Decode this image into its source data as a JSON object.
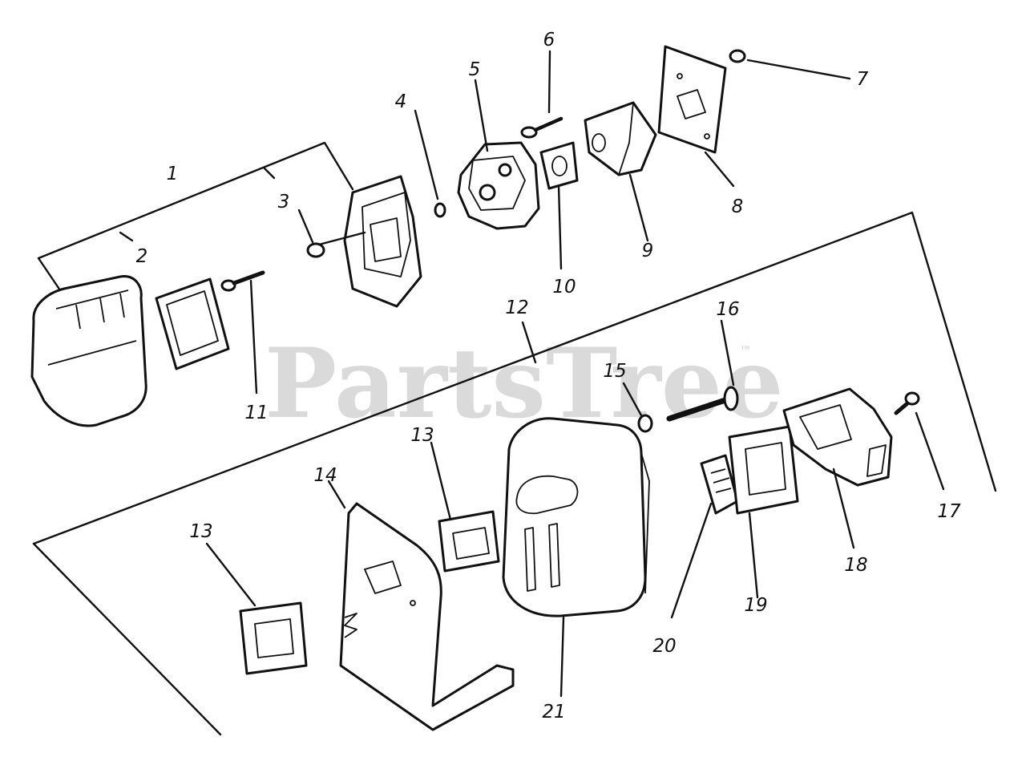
{
  "watermark": {
    "text": "PartsTree",
    "trademark": "™"
  },
  "callouts": [
    "1",
    "2",
    "3",
    "4",
    "5",
    "6",
    "7",
    "8",
    "9",
    "10",
    "11",
    "12",
    "13",
    "13",
    "14",
    "15",
    "16",
    "17",
    "18",
    "19",
    "20",
    "21"
  ]
}
